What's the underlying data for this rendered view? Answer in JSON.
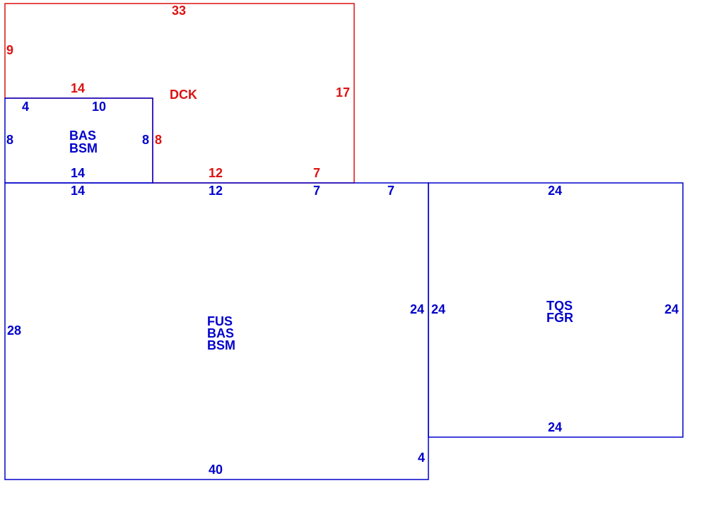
{
  "colors": {
    "living_area": "#0000cc",
    "deck_area": "#dd1111",
    "background": "#ffffff"
  },
  "areas": {
    "deck": {
      "codes": [
        "DCK"
      ],
      "dimensions": {
        "top": "33",
        "left": "9",
        "right": "17",
        "step_top": "14",
        "step_right": "8",
        "bottom_mid": "12",
        "bottom_right": "7"
      }
    },
    "upper_basement": {
      "codes": [
        "BAS",
        "BSM"
      ],
      "dimensions": {
        "top_left": "4",
        "top": "10",
        "left": "8",
        "right": "8",
        "bottom": "14"
      }
    },
    "main_floor": {
      "codes": [
        "FUS",
        "BAS",
        "BSM"
      ],
      "dimensions": {
        "top_left": "14",
        "top_mid": "12",
        "top_right_a": "7",
        "top_right_b": "7",
        "left": "28",
        "right_upper": "24",
        "right_lower": "4",
        "bottom": "40"
      }
    },
    "garage": {
      "codes": [
        "TQS",
        "FGR"
      ],
      "dimensions": {
        "top": "24",
        "left": "24",
        "right": "24",
        "bottom": "24"
      }
    }
  }
}
